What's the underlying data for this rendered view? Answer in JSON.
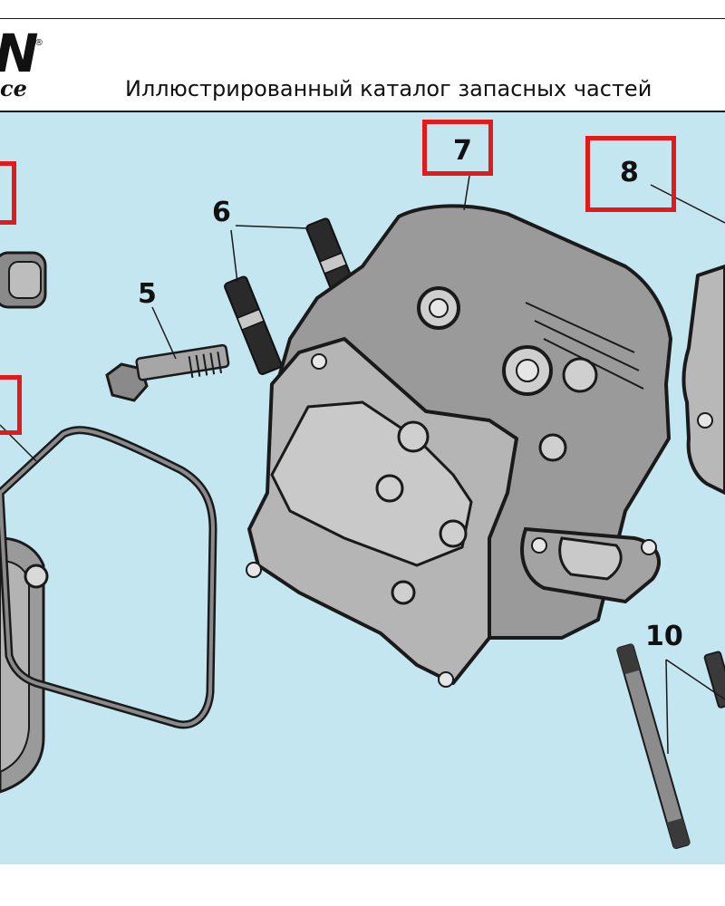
{
  "header": {
    "logo_top": "N",
    "logo_reg": "®",
    "logo_sub": "ce",
    "catalog_title": "Иллюстрированный каталог запасных частей"
  },
  "callouts": {
    "c5": "5",
    "c6": "6",
    "c7": "7",
    "c8": "8",
    "c10": "10"
  },
  "colors": {
    "background": "#c4e6f0",
    "highlight": "#e21a1a",
    "part_fill": "#9a9a9a",
    "part_dark": "#3c3c3c"
  }
}
